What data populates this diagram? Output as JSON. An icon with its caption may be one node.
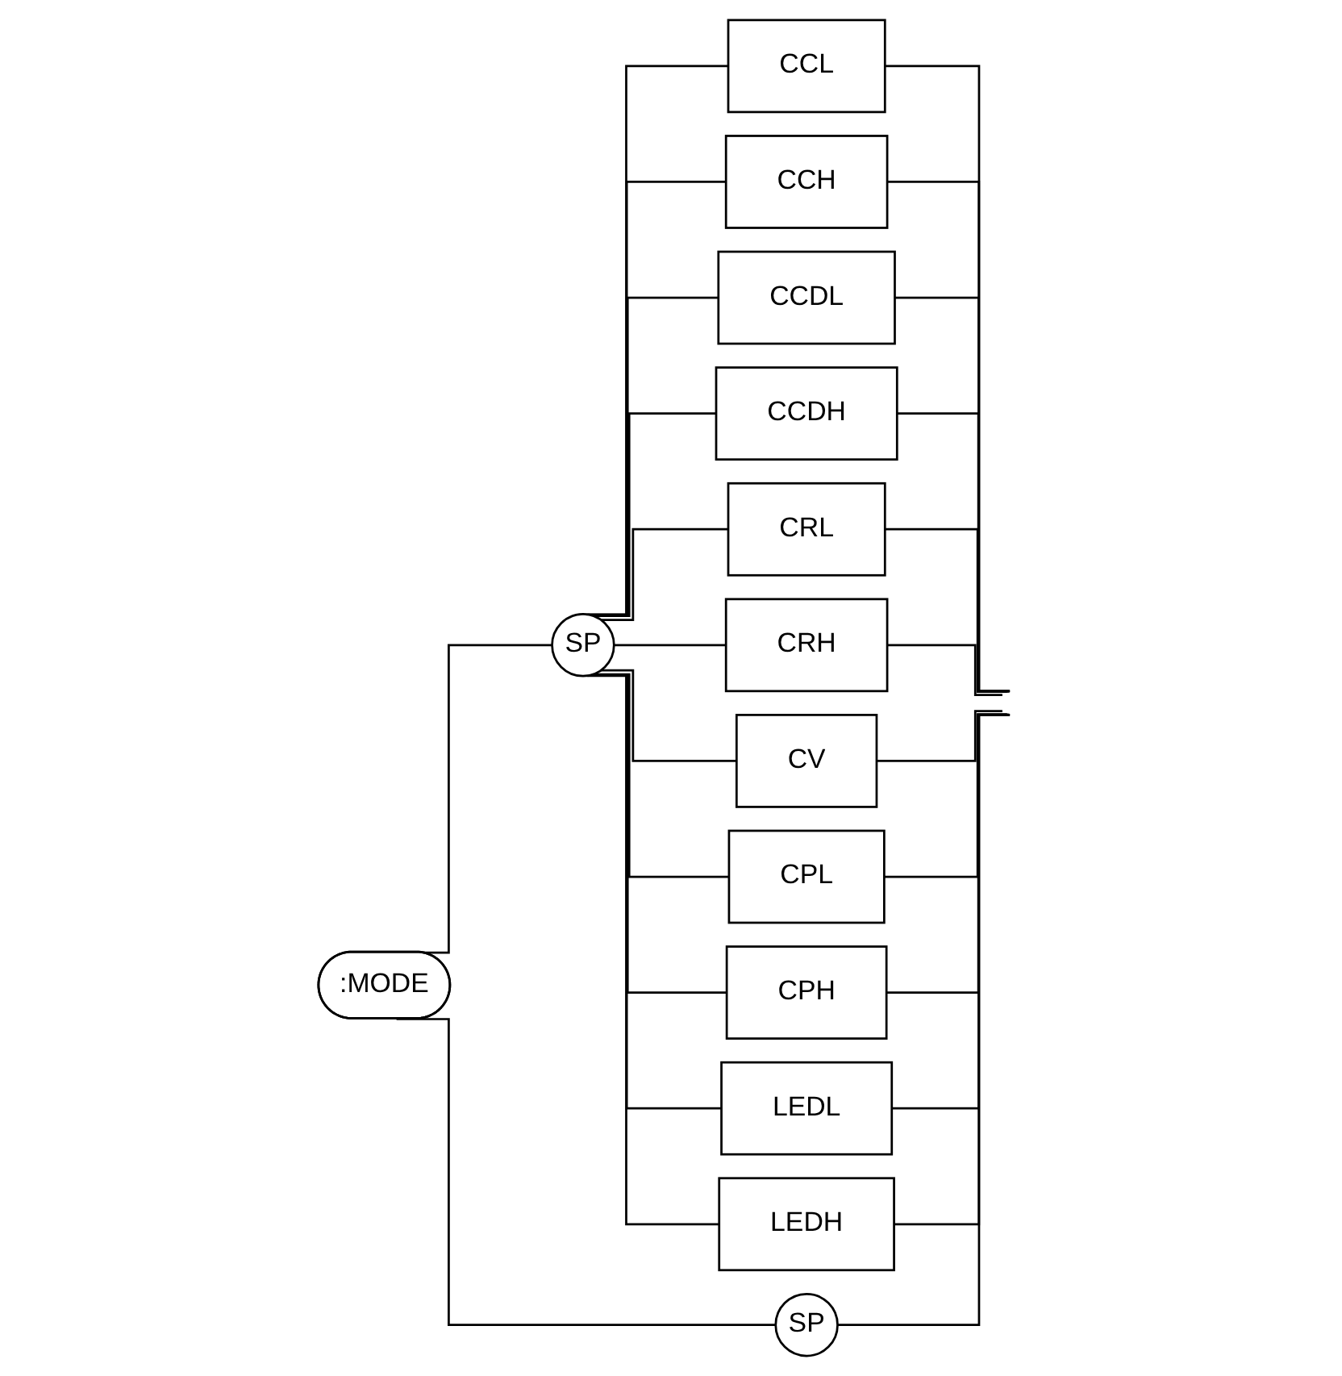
{
  "diagram": {
    "nodes": [
      {
        "text": [
          ":MODE"
        ]
      },
      {
        "text": [
          "SP"
        ]
      },
      {
        "text": [
          "CCL"
        ]
      },
      {
        "text": [
          "CCH"
        ]
      },
      {
        "text": [
          "CCDL"
        ]
      },
      {
        "text": [
          "CCDH"
        ]
      },
      {
        "text": [
          "CRL"
        ]
      },
      {
        "text": [
          "CRH"
        ]
      },
      {
        "text": [
          "CV"
        ]
      },
      {
        "text": [
          "CPL"
        ]
      },
      {
        "text": [
          "CPH"
        ]
      },
      {
        "text": [
          "LEDL"
        ]
      },
      {
        "text": [
          "LEDH"
        ]
      },
      {
        "text": [
          "SP"
        ]
      }
    ],
    "edges": [
      {
        "from": 0,
        "to": 1,
        "arrow": "none"
      },
      {
        "from": 1,
        "to": 2,
        "arrow": "none"
      },
      {
        "from": 1,
        "to": 3,
        "arrow": "none"
      },
      {
        "from": 1,
        "to": 4,
        "arrow": "none"
      },
      {
        "from": 1,
        "to": 5,
        "arrow": "none"
      },
      {
        "from": 1,
        "to": 6,
        "arrow": "none"
      },
      {
        "from": 1,
        "to": 7,
        "arrow": "none"
      },
      {
        "from": 1,
        "to": 8,
        "arrow": "none"
      },
      {
        "from": 1,
        "to": 9,
        "arrow": "none"
      },
      {
        "from": 1,
        "to": 10,
        "arrow": "none"
      },
      {
        "from": 1,
        "to": 11,
        "arrow": "none"
      },
      {
        "from": 1,
        "to": 12,
        "arrow": "none"
      },
      {
        "from": 2,
        "to": null,
        "arrow": "none"
      },
      {
        "from": 3,
        "to": null,
        "arrow": "none"
      },
      {
        "from": 4,
        "to": null,
        "arrow": "none"
      },
      {
        "from": 5,
        "to": null,
        "arrow": "none"
      },
      {
        "from": 6,
        "to": null,
        "arrow": "none"
      },
      {
        "from": 7,
        "to": null,
        "arrow": "none"
      },
      {
        "from": 8,
        "to": null,
        "arrow": "none"
      },
      {
        "from": 9,
        "to": null,
        "arrow": "none"
      },
      {
        "from": 10,
        "to": null,
        "arrow": "none"
      },
      {
        "from": 11,
        "to": null,
        "arrow": "none"
      },
      {
        "from": 12,
        "to": null,
        "arrow": "none"
      },
      {
        "from": 0,
        "to": 13,
        "arrow": "none"
      },
      {
        "from": 13,
        "to": null,
        "arrow": "none"
      }
    ]
  }
}
